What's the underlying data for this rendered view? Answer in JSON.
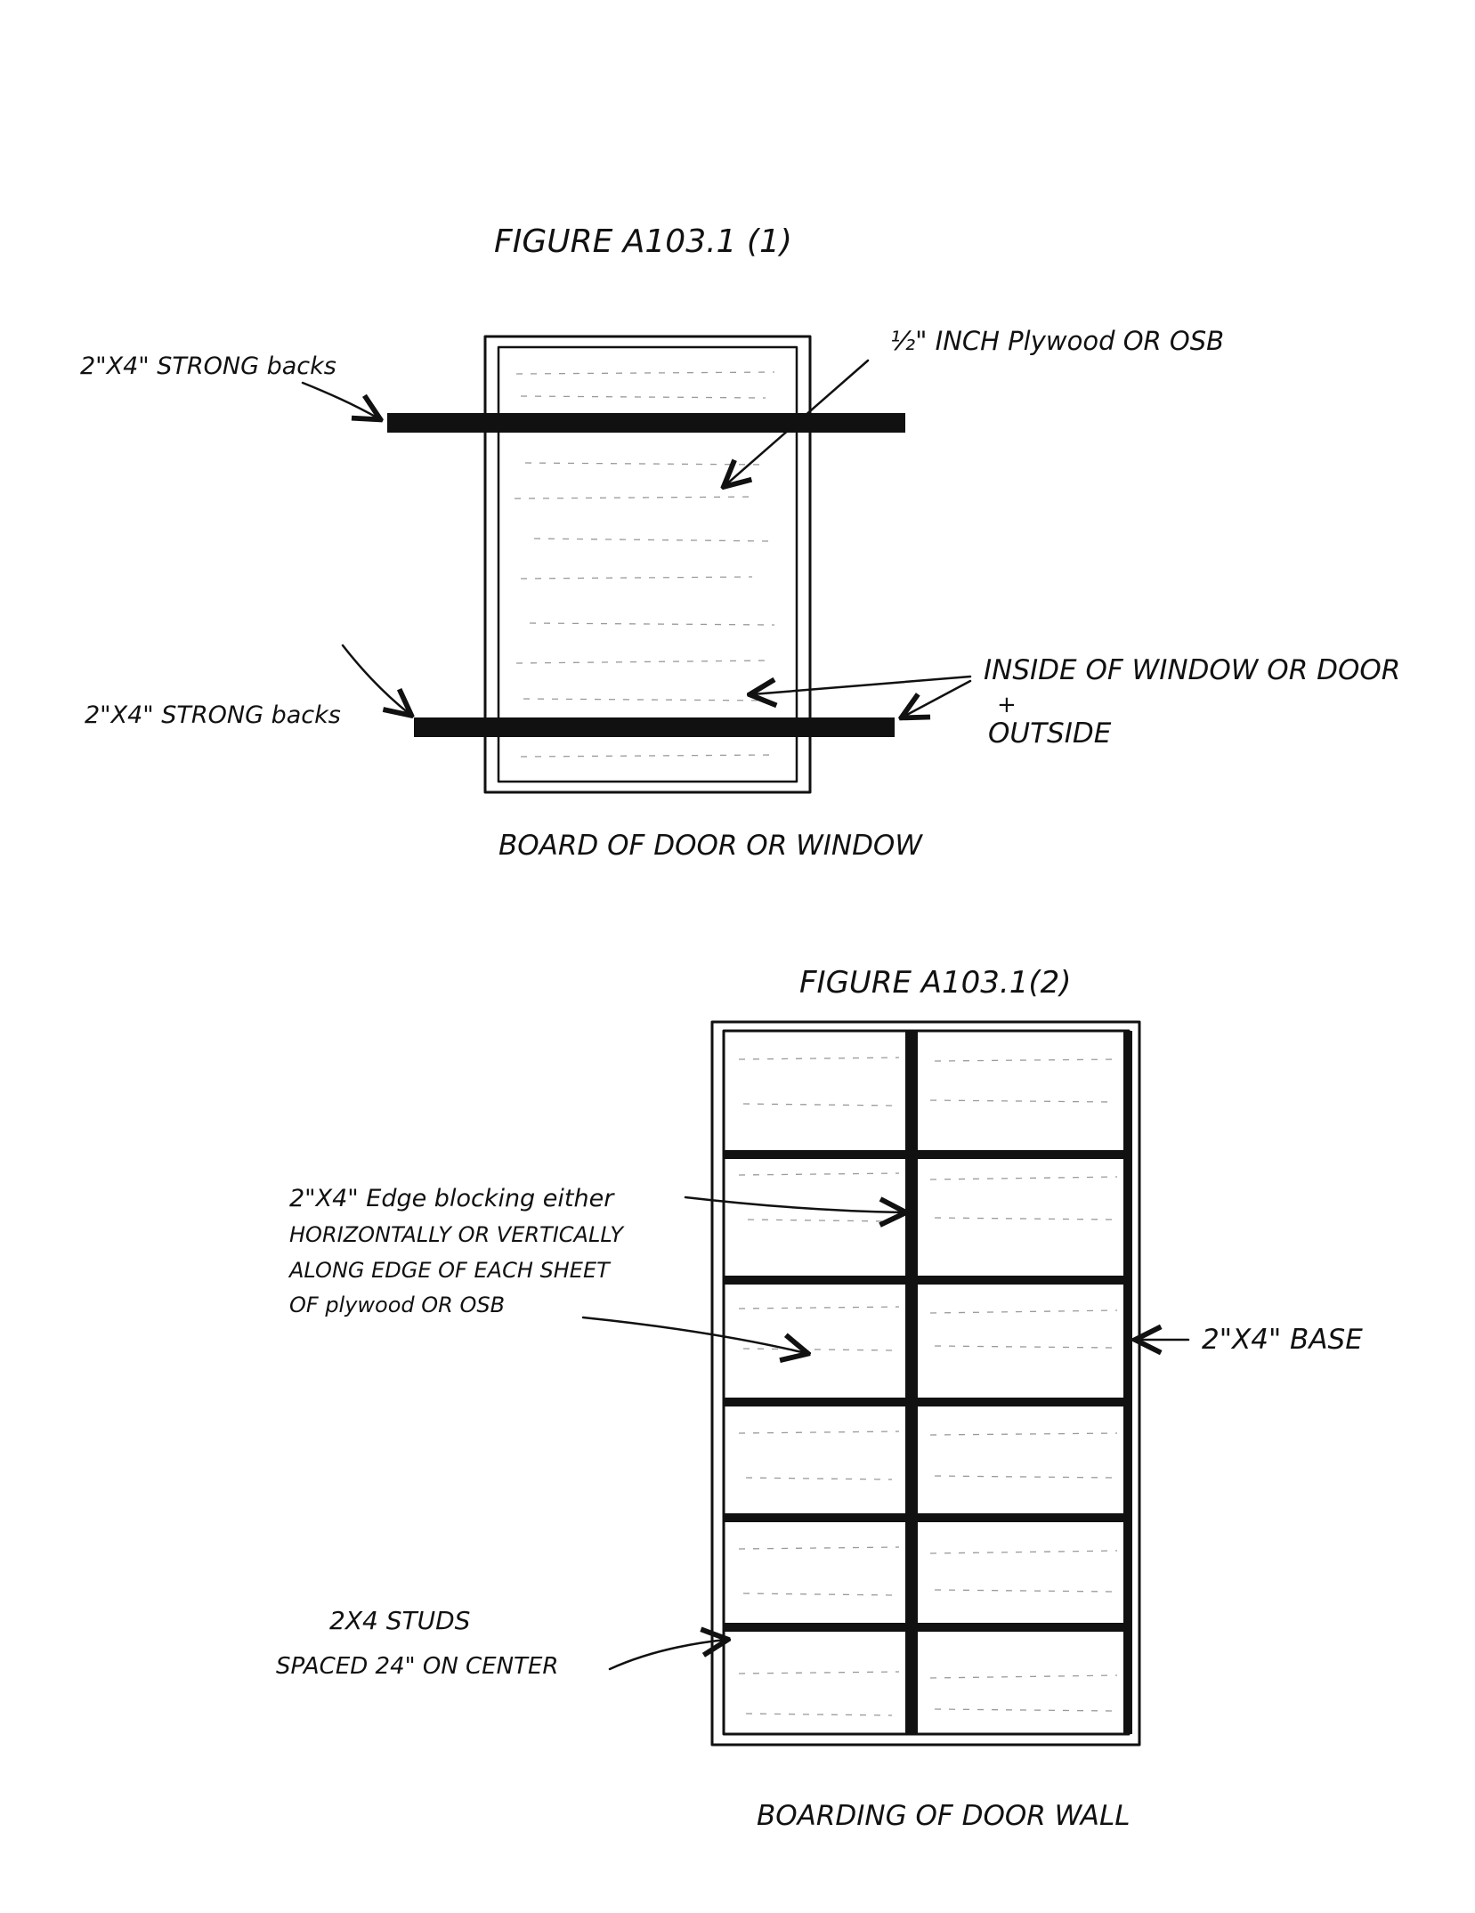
{
  "figure1": {
    "title": "FIGURE A103.1 (1)",
    "labels": {
      "strongback_top": "2\"X4\" STRONG backs",
      "plywood": "½\" INCH Plywood OR OSB",
      "strongback_bottom": "2\"X4\" STRONG backs",
      "inside_line1": "INSIDE OF WINDOW OR DOOR",
      "inside_plus": "+",
      "inside_line2": "OUTSIDE"
    },
    "caption": "BOARD OF DOOR OR WINDOW"
  },
  "figure2": {
    "title": "FIGURE A103.1(2)",
    "labels": {
      "blocking_line1": "2\"X4\" Edge blocking either",
      "blocking_line2": "HORIZONTALLY OR VERTICALLY",
      "blocking_line3": "ALONG EDGE OF EACH SHEET",
      "blocking_line4": "OF plywood OR OSB",
      "base": "2\"X4\" BASE",
      "studs_line1": "2X4 STUDS",
      "studs_line2": "SPACED 24\" ON CENTER"
    },
    "caption": "BOARDING OF DOOR WALL"
  }
}
